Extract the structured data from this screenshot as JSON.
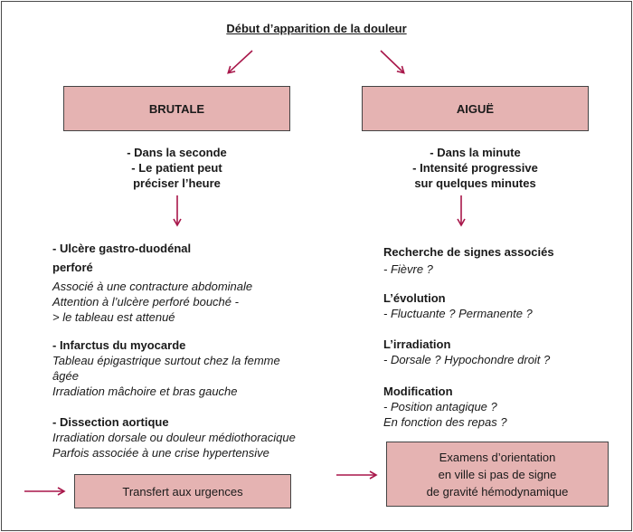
{
  "title": "Début d’apparition de la douleur",
  "left": {
    "box": "BRUTALE",
    "desc": [
      "- Dans la seconde",
      "- Le patient peut",
      "préciser l’heure"
    ],
    "sections": [
      {
        "head": [
          "- Ulcère gastro-duodénal",
          "perforé"
        ],
        "items": [
          "Associé à une contracture abdominale",
          "Attention à l’ulcère perforé bouché -",
          "> le tableau est attenué"
        ]
      },
      {
        "head": [
          "- Infarctus du myocarde"
        ],
        "items": [
          "Tableau épigastrique surtout chez la femme",
          "âgée",
          "Irradiation mâchoire et bras gauche"
        ]
      },
      {
        "head": [
          "- Dissection aortique"
        ],
        "items": [
          "Irradiation dorsale ou douleur médiothoracique",
          "Parfois associée à une crise hypertensive"
        ]
      }
    ],
    "result": "Transfert aux urgences"
  },
  "right": {
    "box": "AIGUË",
    "desc": [
      "- Dans la minute",
      "- Intensité progressive",
      "sur quelques minutes"
    ],
    "sections": [
      {
        "head": [
          "Recherche de signes associés"
        ],
        "items": [
          "- Fièvre ?"
        ]
      },
      {
        "head": [
          "L’évolution"
        ],
        "items": [
          "- Fluctuante ? Permanente ?"
        ]
      },
      {
        "head": [
          "L’irradiation"
        ],
        "items": [
          "- Dorsale ? Hypochondre droit ?"
        ]
      },
      {
        "head": [
          "Modification"
        ],
        "items": [
          "- Position antagique ?",
          "En fonction des repas ?"
        ]
      }
    ],
    "result": [
      "Examens d’orientation",
      "en ville si pas de signe",
      "de gravité hémodynamique"
    ]
  },
  "colors": {
    "box_fill": "#e5b3b2",
    "arrow": "#a8174a",
    "border": "#444444"
  }
}
